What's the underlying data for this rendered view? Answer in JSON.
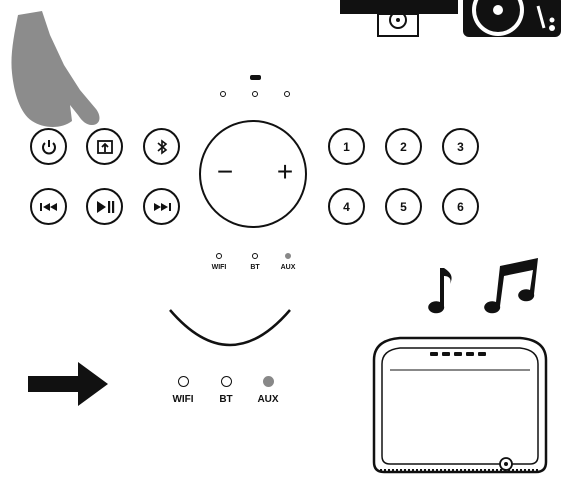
{
  "controls": {
    "volume_minus": "−",
    "volume_plus": "+",
    "presets": [
      "1",
      "2",
      "3",
      "4",
      "5",
      "6"
    ]
  },
  "indicators": {
    "small": [
      {
        "label": "WIFI",
        "active": false
      },
      {
        "label": "BT",
        "active": false
      },
      {
        "label": "AUX",
        "active": true
      }
    ],
    "large": [
      {
        "label": "WIFI",
        "active": false
      },
      {
        "label": "BT",
        "active": false
      },
      {
        "label": "AUX",
        "active": true
      }
    ]
  },
  "colors": {
    "line": "#111111",
    "led_active": "#888888",
    "hand": "#8c8c8c"
  },
  "icons": [
    "hand-pointer-icon",
    "power-icon",
    "source-input-icon",
    "bluetooth-icon",
    "previous-track-icon",
    "play-pause-icon",
    "next-track-icon",
    "turntable-icon",
    "music-notes-icon",
    "arrow-right-icon",
    "speaker-icon"
  ]
}
